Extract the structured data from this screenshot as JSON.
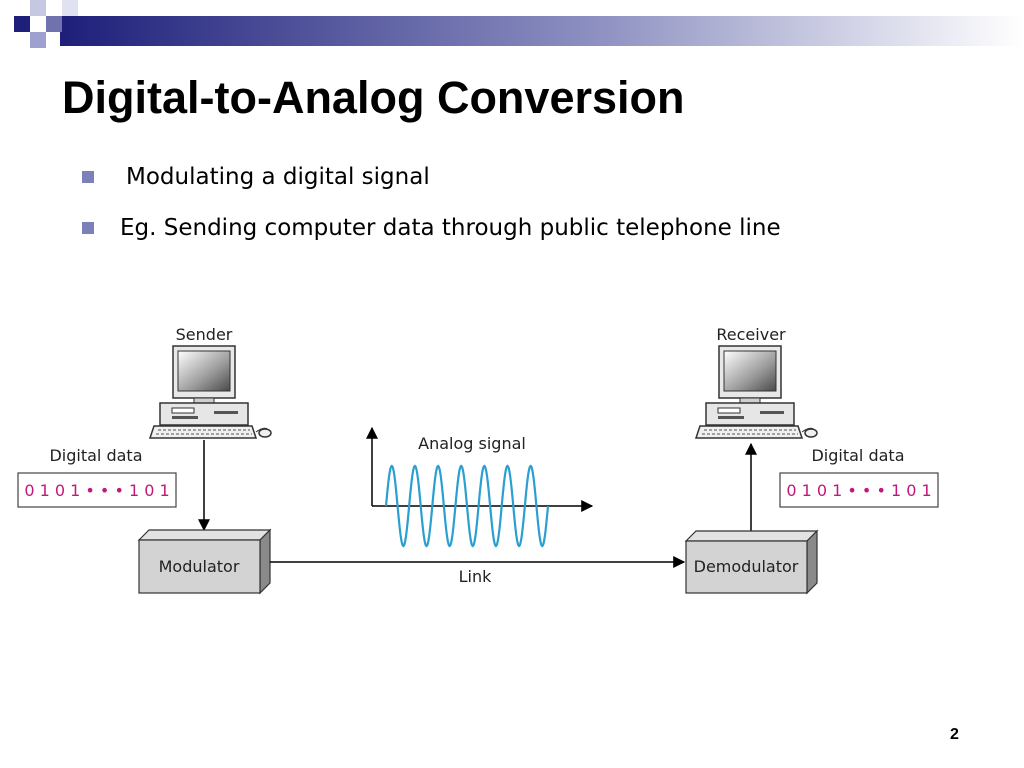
{
  "slide": {
    "title": "Digital-to-Analog Conversion",
    "bullets": [
      "Modulating a digital signal",
      "Eg. Sending computer data through public telephone line"
    ],
    "page_number": "2"
  },
  "diagram": {
    "sender_label": "Sender",
    "receiver_label": "Receiver",
    "digital_data_label_left": "Digital data",
    "digital_data_label_right": "Digital data",
    "data_bits_left": "0 1 0 1 • • • 1 0 1",
    "data_bits_right": "0 1 0 1 • • • 1 0 1",
    "modulator_label": "Modulator",
    "demodulator_label": "Demodulator",
    "analog_signal_label": "Analog signal",
    "link_label": "Link",
    "bits_color": "#c2187a",
    "wave_color": "#2a9fd0"
  },
  "colors": {
    "bullet": "#7b80b8",
    "topbar_dark": "#1d1f7a"
  }
}
